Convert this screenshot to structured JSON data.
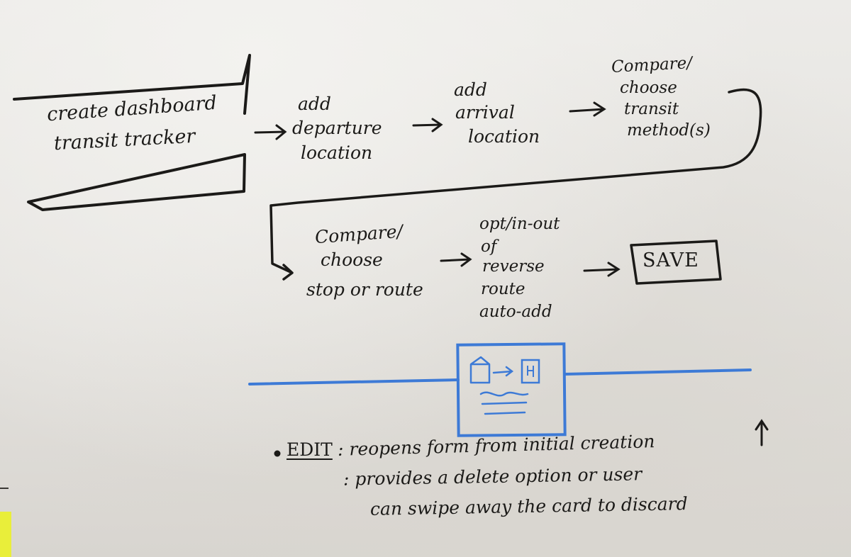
{
  "flow": {
    "start_box": {
      "line1": "create dashboard",
      "line2": "transit tracker"
    },
    "step_departure": [
      "add",
      "departure",
      "location"
    ],
    "step_arrival": [
      "add",
      "arrival",
      "location"
    ],
    "step_method": [
      "Compare/",
      "choose",
      "transit",
      "method(s)"
    ],
    "step_stop": [
      "Compare/",
      "choose",
      "stop or route"
    ],
    "step_reverse": [
      "opt/in-out",
      "of",
      "reverse",
      "route",
      "auto-add"
    ],
    "save_box": "SAVE"
  },
  "notes": {
    "edit_label": "EDIT",
    "edit_line1": ": reopens form from initial creation",
    "edit_line2": ": provides a delete option or user",
    "edit_line3": "can swipe away the card to discard"
  },
  "colors": {
    "ink": "#1b1a18",
    "blue_marker": "#3d7ad6",
    "sticky_note": "#e9ee3a"
  }
}
